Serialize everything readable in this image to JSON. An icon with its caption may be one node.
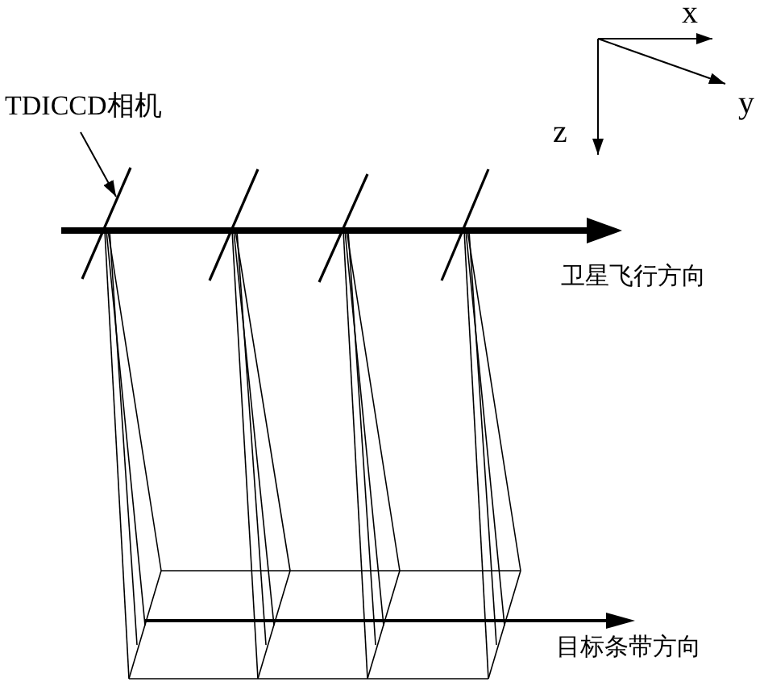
{
  "diagram": {
    "nodes": [
      {
        "text": [
          "TDICCD相机"
        ]
      },
      {
        "text": [],
        "shape": "line"
      },
      {
        "text": [],
        "shape": "line"
      },
      {
        "text": [],
        "shape": "line"
      },
      {
        "text": [],
        "shape": "line"
      }
    ],
    "edges": [
      {
        "from": 0,
        "to": 1,
        "arrow": "to"
      }
    ],
    "labels": [
      "x",
      "y",
      "z",
      "卫星飞行方向",
      "目标条带方向"
    ]
  }
}
